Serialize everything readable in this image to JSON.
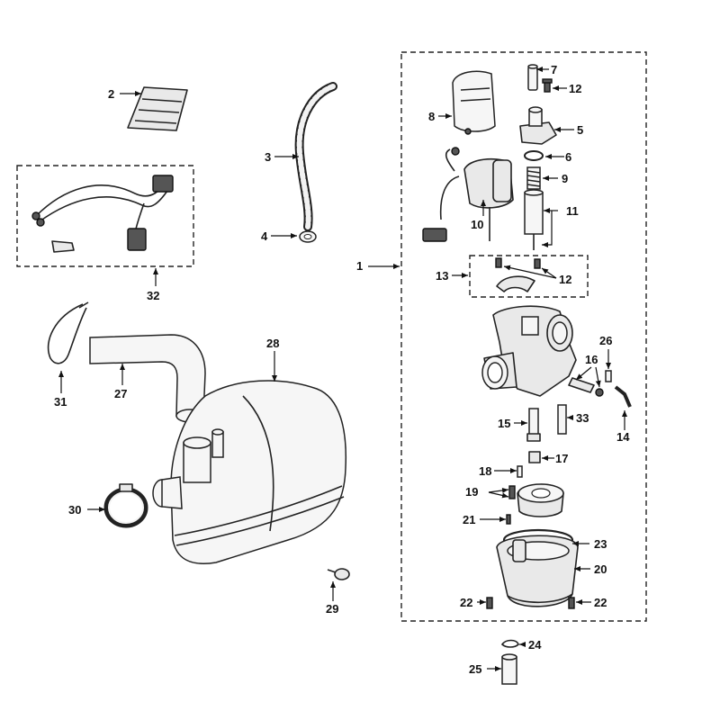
{
  "diagram": {
    "callouts": {
      "c1": "1",
      "c2": "2",
      "c3": "3",
      "c4": "4",
      "c5": "5",
      "c6": "6",
      "c7": "7",
      "c8": "8",
      "c9": "9",
      "c10": "10",
      "c11": "11",
      "c12a": "12",
      "c12b": "12",
      "c13": "13",
      "c14": "14",
      "c15": "15",
      "c16": "16",
      "c17": "17",
      "c18": "18",
      "c19": "19",
      "c20": "20",
      "c21": "21",
      "c22a": "22",
      "c22b": "22",
      "c23": "23",
      "c24": "24",
      "c25": "25",
      "c26": "26",
      "c27": "27",
      "c28": "28",
      "c29": "29",
      "c30": "30",
      "c31": "31",
      "c32": "32",
      "c33": "33"
    }
  }
}
